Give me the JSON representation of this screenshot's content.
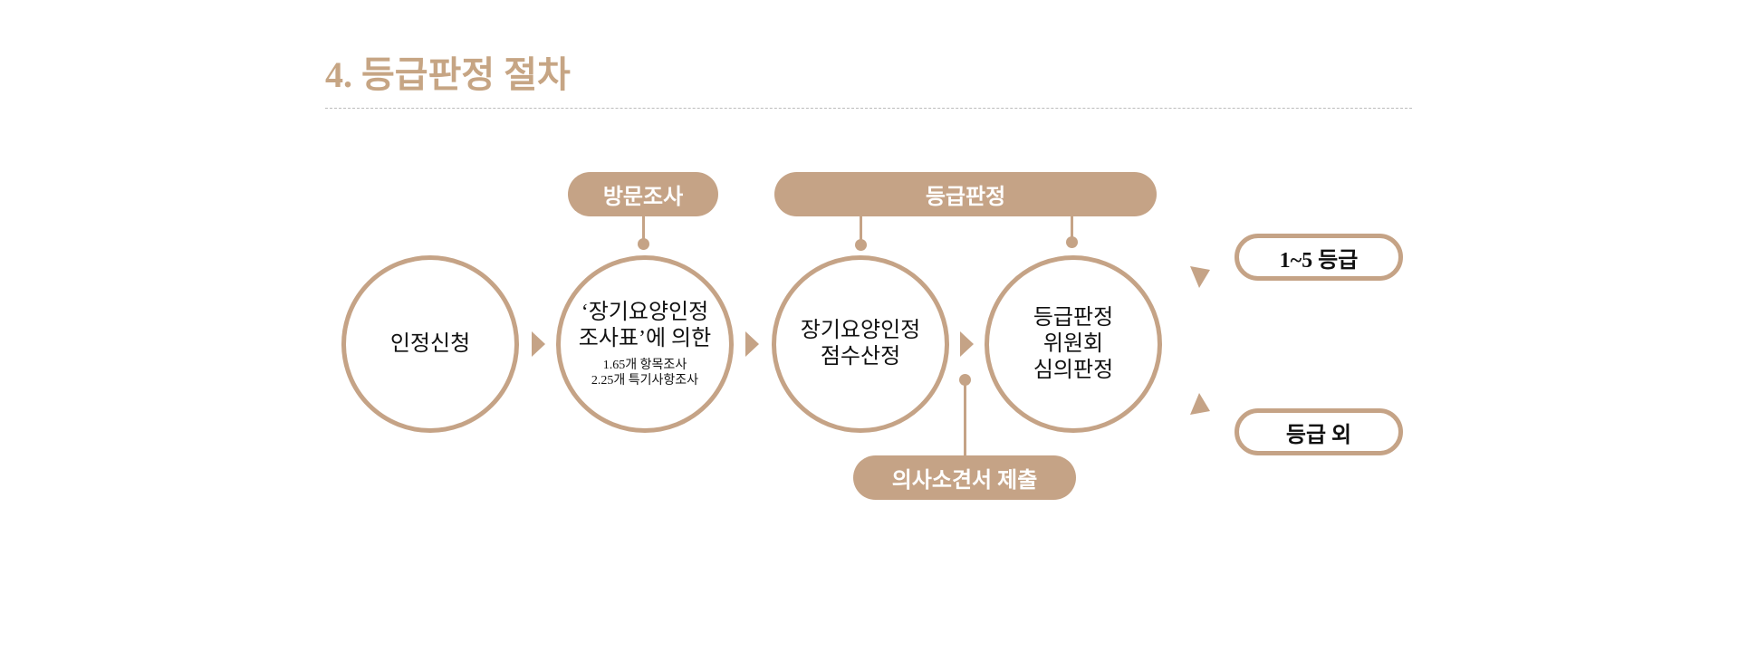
{
  "title": "4. 등급판정 절차",
  "steps": {
    "s1": "인정신청",
    "s2_line1": "‘장기요양인정",
    "s2_line2": "조사표’에 의한",
    "s2_sub1": "1.65개 항목조사",
    "s2_sub2": "2.25개 특기사항조사",
    "s3_line1": "장기요양인정",
    "s3_line2": "점수산정",
    "s4_line1": "등급판정",
    "s4_line2": "위원회",
    "s4_line3": "심의판정"
  },
  "labels": {
    "visit": "방문조사",
    "grading": "등급판정",
    "doctor": "의사소견서 제출"
  },
  "outcomes": {
    "grade": "1~5 등급",
    "none": "등급 외"
  },
  "colors": {
    "accent": "#c5a386"
  }
}
